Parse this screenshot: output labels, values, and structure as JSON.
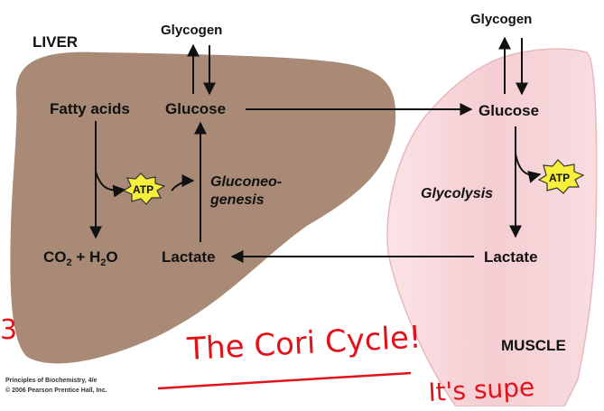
{
  "organs": {
    "liver_label": "LIVER",
    "muscle_label": "MUSCLE"
  },
  "liver": {
    "glycogen": "Glycogen",
    "fatty_acids": "Fatty acids",
    "glucose": "Glucose",
    "co2": "CO",
    "co2_sub": "2",
    "plus_h2o_h": " + H",
    "h2o_sub": "2",
    "h2o_o": "O",
    "lactate": "Lactate",
    "atp": "ATP",
    "pathway_line1": "Gluconeo-",
    "pathway_line2": "genesis"
  },
  "muscle": {
    "glycogen": "Glycogen",
    "glucose": "Glucose",
    "lactate": "Lactate",
    "atp": "ATP",
    "pathway": "Glycolysis"
  },
  "handwriting": {
    "title": "The Cori Cycle!",
    "note": "It's supe",
    "margin_mark": "3"
  },
  "credit": {
    "line1": "Principles of Biochemistry, 4/e",
    "line2": "© 2006 Pearson Prentice Hall, Inc."
  },
  "colors": {
    "liver_fill": "#a88a76",
    "muscle_fill": "#f4d0d4",
    "atp_fill": "#f7ef3a",
    "ink": "#e0121a"
  }
}
